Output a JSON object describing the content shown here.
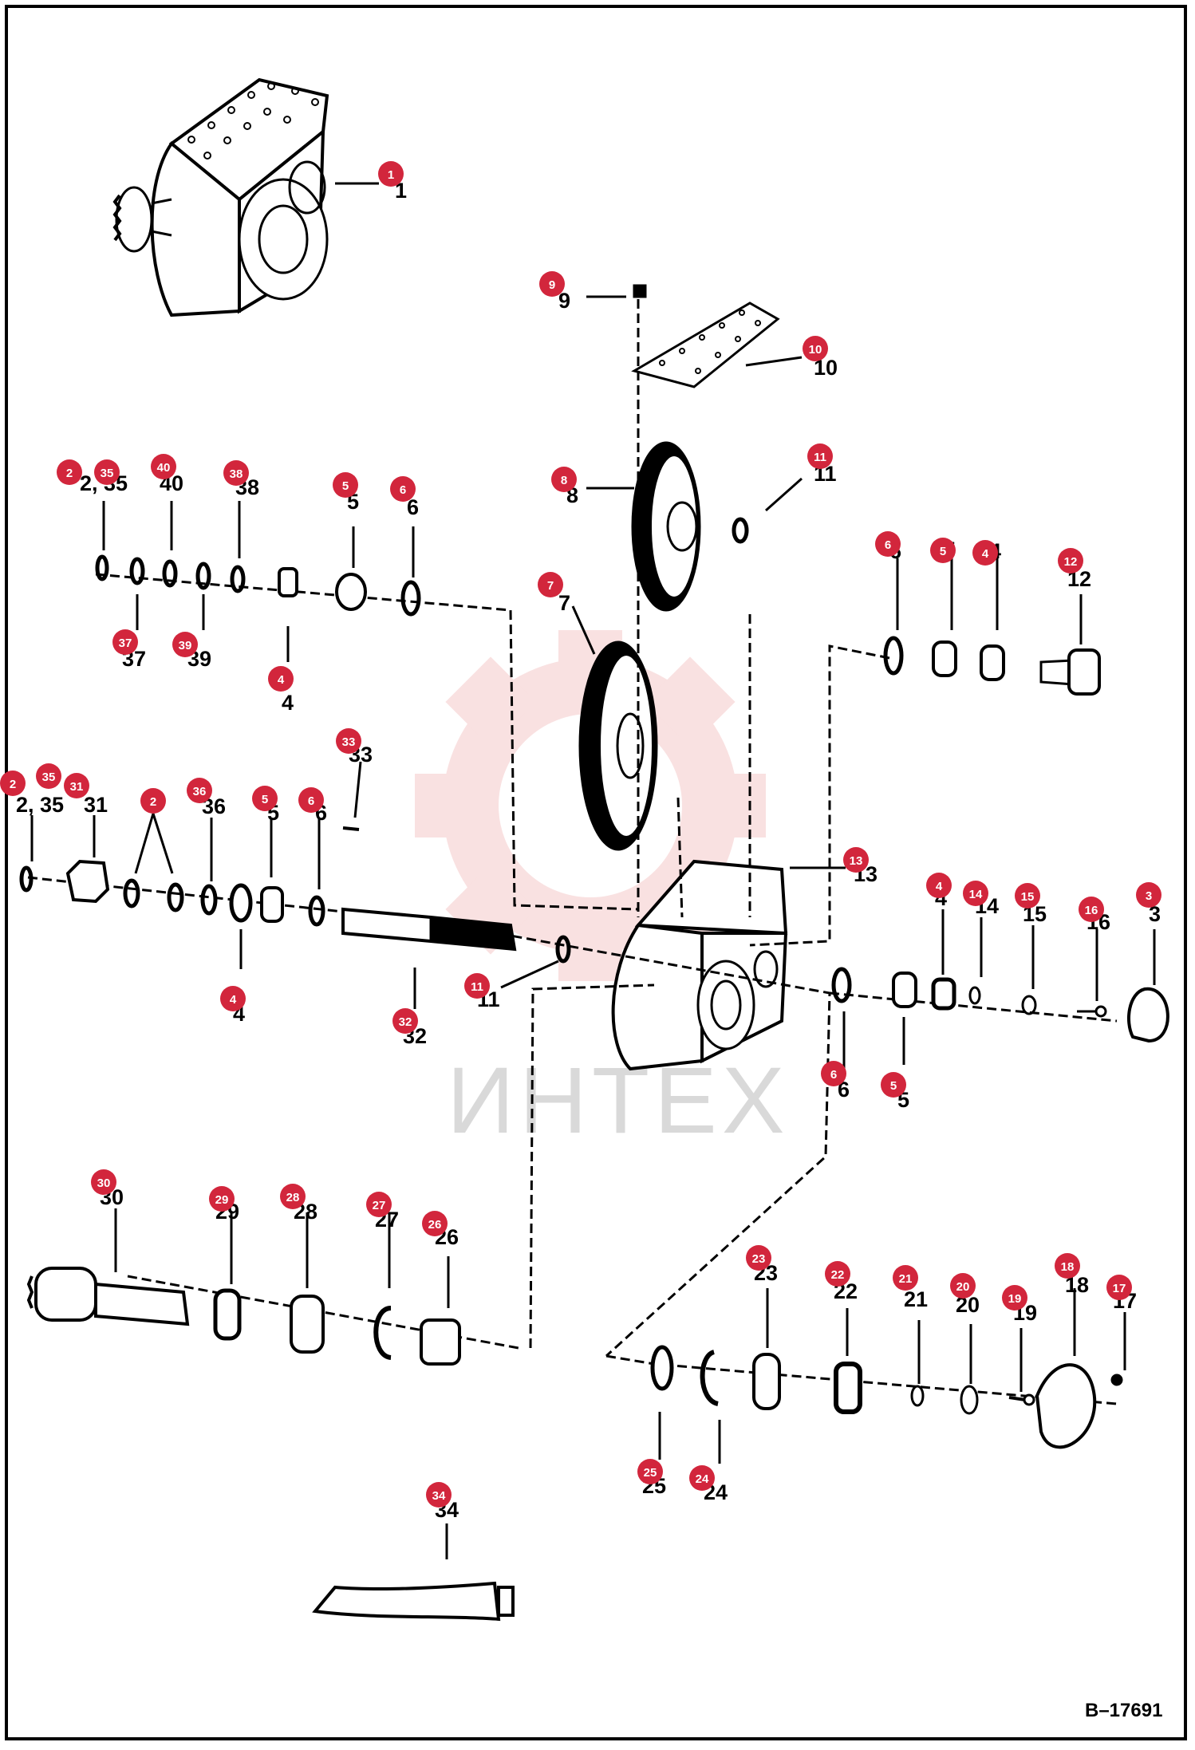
{
  "drawing": {
    "ref_code": "B–17691",
    "watermark": "ИНТЕХ"
  },
  "colors": {
    "bubble": "#d2263c",
    "line": "#000000",
    "watermark": "#f5c9c9"
  },
  "labels": [
    {
      "id": "l1",
      "text": "1"
    },
    {
      "id": "l9",
      "text": "9"
    },
    {
      "id": "l10",
      "text": "10"
    },
    {
      "id": "l11a",
      "text": "11"
    },
    {
      "id": "l8",
      "text": "8"
    },
    {
      "id": "l7",
      "text": "7"
    },
    {
      "id": "l2a",
      "text": "2, 35"
    },
    {
      "id": "l40",
      "text": "40"
    },
    {
      "id": "l38",
      "text": "38"
    },
    {
      "id": "l5a",
      "text": "5"
    },
    {
      "id": "l6a",
      "text": "6"
    },
    {
      "id": "l37",
      "text": "37"
    },
    {
      "id": "l39",
      "text": "39"
    },
    {
      "id": "l4a",
      "text": "4"
    },
    {
      "id": "l6b",
      "text": "6"
    },
    {
      "id": "l5b",
      "text": "5"
    },
    {
      "id": "l4b",
      "text": "4"
    },
    {
      "id": "l12",
      "text": "12"
    },
    {
      "id": "l33",
      "text": "33"
    },
    {
      "id": "l2b",
      "text": "2, 35"
    },
    {
      "id": "l31",
      "text": "31"
    },
    {
      "id": "l2c",
      "text": "2"
    },
    {
      "id": "l36",
      "text": "36"
    },
    {
      "id": "l5c",
      "text": "5"
    },
    {
      "id": "l6c",
      "text": "6"
    },
    {
      "id": "l13",
      "text": "13"
    },
    {
      "id": "l4c",
      "text": "4"
    },
    {
      "id": "l14",
      "text": "14"
    },
    {
      "id": "l15",
      "text": "15"
    },
    {
      "id": "l16",
      "text": "16"
    },
    {
      "id": "l3",
      "text": "3"
    },
    {
      "id": "l4d",
      "text": "4"
    },
    {
      "id": "l32",
      "text": "32"
    },
    {
      "id": "l11b",
      "text": "11"
    },
    {
      "id": "l6d",
      "text": "6"
    },
    {
      "id": "l5d",
      "text": "5"
    },
    {
      "id": "l30",
      "text": "30"
    },
    {
      "id": "l29",
      "text": "29"
    },
    {
      "id": "l28",
      "text": "28"
    },
    {
      "id": "l27",
      "text": "27"
    },
    {
      "id": "l26",
      "text": "26"
    },
    {
      "id": "l23",
      "text": "23"
    },
    {
      "id": "l22",
      "text": "22"
    },
    {
      "id": "l21",
      "text": "21"
    },
    {
      "id": "l20",
      "text": "20"
    },
    {
      "id": "l19",
      "text": "19"
    },
    {
      "id": "l18",
      "text": "18"
    },
    {
      "id": "l17",
      "text": "17"
    },
    {
      "id": "l25",
      "text": "25"
    },
    {
      "id": "l24",
      "text": "24"
    },
    {
      "id": "l34",
      "text": "34"
    }
  ],
  "bubbles": [
    {
      "id": "b1",
      "num": "1"
    },
    {
      "id": "b9",
      "num": "9"
    },
    {
      "id": "b10",
      "num": "10"
    },
    {
      "id": "b11a",
      "num": "11"
    },
    {
      "id": "b8",
      "num": "8"
    },
    {
      "id": "b7",
      "num": "7"
    },
    {
      "id": "b2a",
      "num": "2"
    },
    {
      "id": "b35a",
      "num": "35"
    },
    {
      "id": "b40",
      "num": "40"
    },
    {
      "id": "b38",
      "num": "38"
    },
    {
      "id": "b5a",
      "num": "5"
    },
    {
      "id": "b6a",
      "num": "6"
    },
    {
      "id": "b37",
      "num": "37"
    },
    {
      "id": "b39",
      "num": "39"
    },
    {
      "id": "b4a",
      "num": "4"
    },
    {
      "id": "b6b",
      "num": "6"
    },
    {
      "id": "b5b",
      "num": "5"
    },
    {
      "id": "b4b",
      "num": "4"
    },
    {
      "id": "b12",
      "num": "12"
    },
    {
      "id": "b33",
      "num": "33"
    },
    {
      "id": "b2b",
      "num": "2"
    },
    {
      "id": "b35b",
      "num": "35"
    },
    {
      "id": "b31",
      "num": "31"
    },
    {
      "id": "b2c",
      "num": "2"
    },
    {
      "id": "b36",
      "num": "36"
    },
    {
      "id": "b5c",
      "num": "5"
    },
    {
      "id": "b6c",
      "num": "6"
    },
    {
      "id": "b13",
      "num": "13"
    },
    {
      "id": "b4c",
      "num": "4"
    },
    {
      "id": "b14",
      "num": "14"
    },
    {
      "id": "b15",
      "num": "15"
    },
    {
      "id": "b16",
      "num": "16"
    },
    {
      "id": "b3",
      "num": "3"
    },
    {
      "id": "b4d",
      "num": "4"
    },
    {
      "id": "b32",
      "num": "32"
    },
    {
      "id": "b11b",
      "num": "11"
    },
    {
      "id": "b6d",
      "num": "6"
    },
    {
      "id": "b5d",
      "num": "5"
    },
    {
      "id": "b30",
      "num": "30"
    },
    {
      "id": "b29",
      "num": "29"
    },
    {
      "id": "b28",
      "num": "28"
    },
    {
      "id": "b27",
      "num": "27"
    },
    {
      "id": "b26",
      "num": "26"
    },
    {
      "id": "b23",
      "num": "23"
    },
    {
      "id": "b22",
      "num": "22"
    },
    {
      "id": "b21",
      "num": "21"
    },
    {
      "id": "b20",
      "num": "20"
    },
    {
      "id": "b19",
      "num": "19"
    },
    {
      "id": "b18",
      "num": "18"
    },
    {
      "id": "b17",
      "num": "17"
    },
    {
      "id": "b25",
      "num": "25"
    },
    {
      "id": "b24",
      "num": "24"
    },
    {
      "id": "b34",
      "num": "34"
    }
  ]
}
